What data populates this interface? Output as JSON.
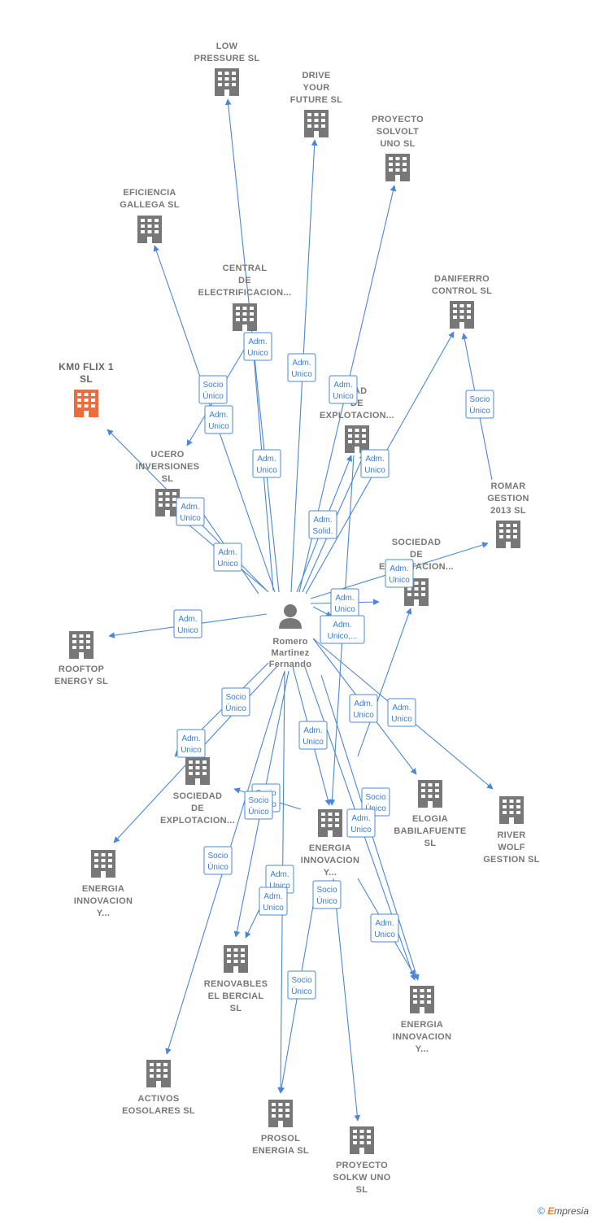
{
  "center": {
    "label": [
      "Romero",
      "Martinez",
      "Fernando"
    ]
  },
  "nodes": [
    {
      "id": "low",
      "label": [
        "LOW",
        "PRESSURE  SL"
      ],
      "highlight": false
    },
    {
      "id": "drive",
      "label": [
        "DRIVE",
        "YOUR",
        "FUTURE  SL"
      ],
      "highlight": false
    },
    {
      "id": "solvolt",
      "label": [
        "PROYECTO",
        "SOLVOLT",
        "UNO  SL"
      ],
      "highlight": false
    },
    {
      "id": "eficiencia",
      "label": [
        "EFICIENCIA",
        "GALLEGA SL"
      ],
      "highlight": false
    },
    {
      "id": "central",
      "label": [
        "CENTRAL",
        "DE",
        "ELECTRIFICACION..."
      ],
      "highlight": false
    },
    {
      "id": "daniferro",
      "label": [
        "DANIFERRO",
        "CONTROL  SL"
      ],
      "highlight": false
    },
    {
      "id": "km0",
      "label": [
        "KM0 FLIX 1",
        "SL"
      ],
      "highlight": true
    },
    {
      "id": "sociedad1",
      "label": [
        "DAD",
        "DE",
        "EXPLOTACION..."
      ],
      "highlight": false
    },
    {
      "id": "ucero",
      "label": [
        "UCERO",
        "INVERSIONES",
        "SL"
      ],
      "highlight": false
    },
    {
      "id": "romar",
      "label": [
        "ROMAR",
        "GESTION",
        "2013  SL"
      ],
      "highlight": false
    },
    {
      "id": "sociedad2",
      "label": [
        "SOCIEDAD",
        "DE",
        "EXPLOTACION..."
      ],
      "highlight": false
    },
    {
      "id": "rooftop",
      "label": [
        "ROOFTOP",
        "ENERGY  SL"
      ],
      "highlight": false
    },
    {
      "id": "sociedad3",
      "label": [
        "SOCIEDAD",
        "DE",
        "EXPLOTACION..."
      ],
      "highlight": false
    },
    {
      "id": "elogia",
      "label": [
        "ELOGIA",
        "BABILAFUENTE",
        "SL"
      ],
      "highlight": false
    },
    {
      "id": "riverwolf",
      "label": [
        "RIVER",
        "WOLF",
        "GESTION  SL"
      ],
      "highlight": false
    },
    {
      "id": "energia1",
      "label": [
        "ENERGIA",
        "INNOVACION",
        "Y..."
      ],
      "highlight": false
    },
    {
      "id": "energia2",
      "label": [
        "ENERGIA",
        "INNOVACION",
        "Y..."
      ],
      "highlight": false
    },
    {
      "id": "renovables",
      "label": [
        "RENOVABLES",
        "EL BERCIAL",
        "SL"
      ],
      "highlight": false
    },
    {
      "id": "energia3",
      "label": [
        "ENERGIA",
        "INNOVACION",
        "Y..."
      ],
      "highlight": false
    },
    {
      "id": "activos",
      "label": [
        "ACTIVOS",
        "EOSOLARES SL"
      ],
      "highlight": false
    },
    {
      "id": "prosol",
      "label": [
        "PROSOL",
        "ENERGIA  SL"
      ],
      "highlight": false
    },
    {
      "id": "solkw",
      "label": [
        "PROYECTO",
        "SOLKW UNO",
        "SL"
      ],
      "highlight": false
    }
  ],
  "badges": [
    [
      "Adm.",
      "Unico"
    ],
    [
      "Adm.",
      "Unico"
    ],
    [
      "Adm.",
      "Unico"
    ],
    [
      "Socio",
      "Único"
    ],
    [
      "Adm.",
      "Unico"
    ],
    [
      "Adm.",
      "Unico"
    ],
    [
      "Adm.",
      "Unico"
    ],
    [
      "Socio",
      "Único"
    ],
    [
      "Adm.",
      "Unico"
    ],
    [
      "Adm.",
      "Solid."
    ],
    [
      "Adm.",
      "Unico"
    ],
    [
      "Adm.",
      "Unico"
    ],
    [
      "Adm.",
      "Unico"
    ],
    [
      "Adm.",
      "Unico"
    ],
    [
      "Adm.",
      "Unico,..."
    ],
    [
      "Socio",
      "Único"
    ],
    [
      "Adm.",
      "Unico"
    ],
    [
      "Adm.",
      "Unico"
    ],
    [
      "Adm.",
      "Unico"
    ],
    [
      "Adm.",
      "Unico"
    ],
    [
      "Socio",
      "Único"
    ],
    [
      "Socio",
      "Único"
    ],
    [
      "Adm.",
      "Unico"
    ],
    [
      "Socio",
      "Único"
    ],
    [
      "Adm.",
      "Unico"
    ],
    [
      "Adm.",
      "Unico"
    ],
    [
      "Socio",
      "Único"
    ],
    [
      "Adm.",
      "Unico"
    ],
    [
      "Socio",
      "Único"
    ],
    [
      "Socio",
      "Único"
    ]
  ],
  "footer": {
    "copyright": "©",
    "brand_initial": "E",
    "brand_rest": "mpresia"
  },
  "colors": {
    "edge": "#4a88d6",
    "building": "#777777",
    "building_highlight": "#f06a3a",
    "person": "#777777"
  }
}
